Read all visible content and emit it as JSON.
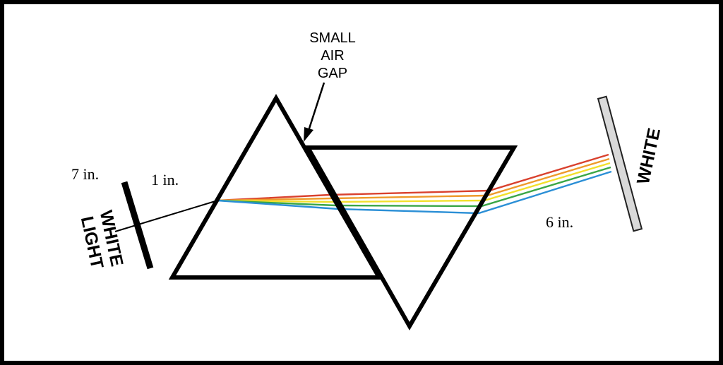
{
  "labels": {
    "air_gap_line1": "SMALL",
    "air_gap_line2": "AIR",
    "air_gap_line3": "GAP",
    "source_line1": "WHITE",
    "source_line2": "LIGHT",
    "screen": "WHITE",
    "dist_source": "7 in.",
    "dist_entry": "1 in.",
    "dist_screen": "6 in."
  },
  "colors": {
    "outline": "#000000",
    "screen_fill": "#d9d9d9",
    "ray_red": "#d9412e",
    "ray_orange": "#ee9a2a",
    "ray_yellow": "#f2e02c",
    "ray_green": "#3aa646",
    "ray_blue": "#2b8fd6"
  }
}
